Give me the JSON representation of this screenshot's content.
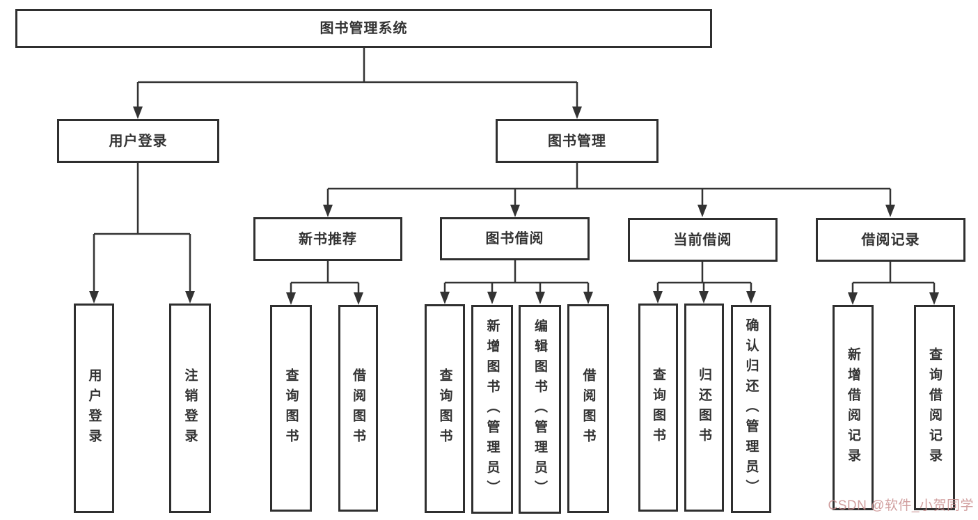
{
  "diagram": {
    "type": "hierarchy-tree",
    "colors": {
      "background": "#ffffff",
      "line": "#333333",
      "box_border": "#2f2f2f",
      "box_fill": "#ffffff",
      "text": "#333333",
      "watermark": "#c98e8e"
    },
    "tree": {
      "label": "图书管理系统",
      "children": [
        {
          "label": "用户登录",
          "children": [
            {
              "label": "用户登录"
            },
            {
              "label": "注销登录"
            }
          ]
        },
        {
          "label": "图书管理",
          "children": [
            {
              "label": "新书推荐",
              "children": [
                {
                  "label": "查询图书"
                },
                {
                  "label": "借阅图书"
                }
              ]
            },
            {
              "label": "图书借阅",
              "children": [
                {
                  "label": "查询图书"
                },
                {
                  "label": "新增图书（管理员）"
                },
                {
                  "label": "编辑图书（管理员）"
                },
                {
                  "label": "借阅图书"
                }
              ]
            },
            {
              "label": "当前借阅",
              "children": [
                {
                  "label": "查询图书"
                },
                {
                  "label": "归还图书"
                },
                {
                  "label": "确认归还（管理员）"
                }
              ]
            },
            {
              "label": "借阅记录",
              "children": [
                {
                  "label": "新增借阅记录"
                },
                {
                  "label": "查询借阅记录"
                }
              ]
            }
          ]
        }
      ]
    }
  },
  "nodes": {
    "root": {
      "label": "图书管理系统"
    },
    "user_login": {
      "label": "用户登录"
    },
    "book_mgmt": {
      "label": "图书管理"
    },
    "new_book_rec": {
      "label": "新书推荐"
    },
    "book_borrow": {
      "label": "图书借阅"
    },
    "current_borrow": {
      "label": "当前借阅"
    },
    "borrow_records": {
      "label": "借阅记录"
    },
    "leaf_user_login": {
      "label": "用户登录"
    },
    "leaf_logout": {
      "label": "注销登录"
    },
    "leaf_rec_query": {
      "label": "查询图书"
    },
    "leaf_rec_borrow": {
      "label": "借阅图书"
    },
    "leaf_bb_query": {
      "label": "查询图书"
    },
    "leaf_bb_add": {
      "label": "新增图书（管理员）"
    },
    "leaf_bb_edit": {
      "label": "编辑图书（管理员）"
    },
    "leaf_bb_borrow": {
      "label": "借阅图书"
    },
    "leaf_cb_query": {
      "label": "查询图书"
    },
    "leaf_cb_return": {
      "label": "归还图书"
    },
    "leaf_cb_confirm": {
      "label": "确认归还（管理员）"
    },
    "leaf_br_add": {
      "label": "新增借阅记录"
    },
    "leaf_br_query": {
      "label": "查询借阅记录"
    }
  },
  "watermark": {
    "text": "CSDN @软件_小贺同学"
  }
}
